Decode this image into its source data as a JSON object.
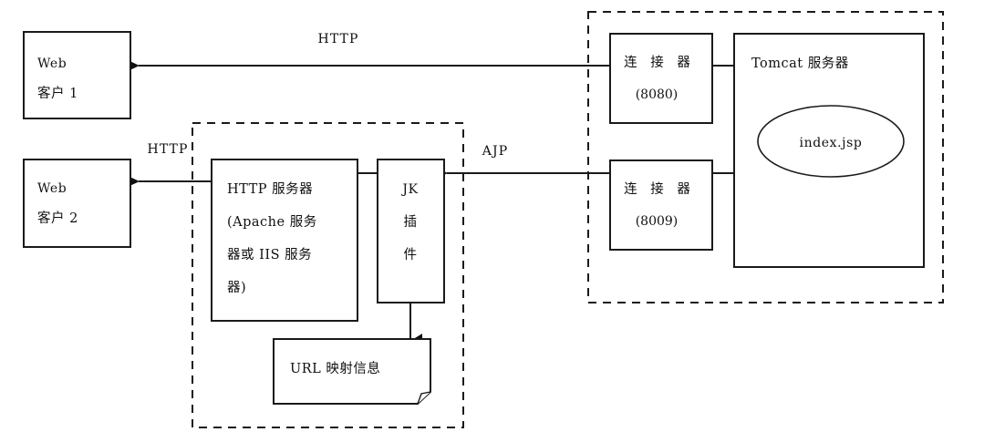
{
  "diagram": {
    "title": "Tomcat / Apache JK connector architecture",
    "colors": {
      "stroke": "#1a1a1a",
      "fill": "#ffffff",
      "text": "#101010"
    },
    "nodes": {
      "web_client_1": {
        "line1": "Web",
        "line2": "客户 1"
      },
      "web_client_2": {
        "line1": "Web",
        "line2": "客户 2"
      },
      "http_server": {
        "line1": "HTTP 服务器",
        "line2": "(Apache  服务",
        "line3": "器或 IIS 服务",
        "line4": "器)"
      },
      "jk_plugin": {
        "line1": "JK",
        "line2": "插",
        "line3": "件"
      },
      "url_mapping": {
        "label": "URL 映射信息"
      },
      "connector_8080": {
        "label": "连 接 器",
        "port": "(8080)"
      },
      "connector_8009": {
        "label": "连 接 器",
        "port": "(8009)"
      },
      "tomcat_server": {
        "label": "Tomcat 服务器"
      },
      "index_jsp": {
        "label": "index.jsp"
      }
    },
    "link_labels": {
      "http_top": "HTTP",
      "http_bottom": "HTTP",
      "ajp": "AJP"
    },
    "groups": {
      "web_server_group": "",
      "tomcat_group": ""
    }
  }
}
